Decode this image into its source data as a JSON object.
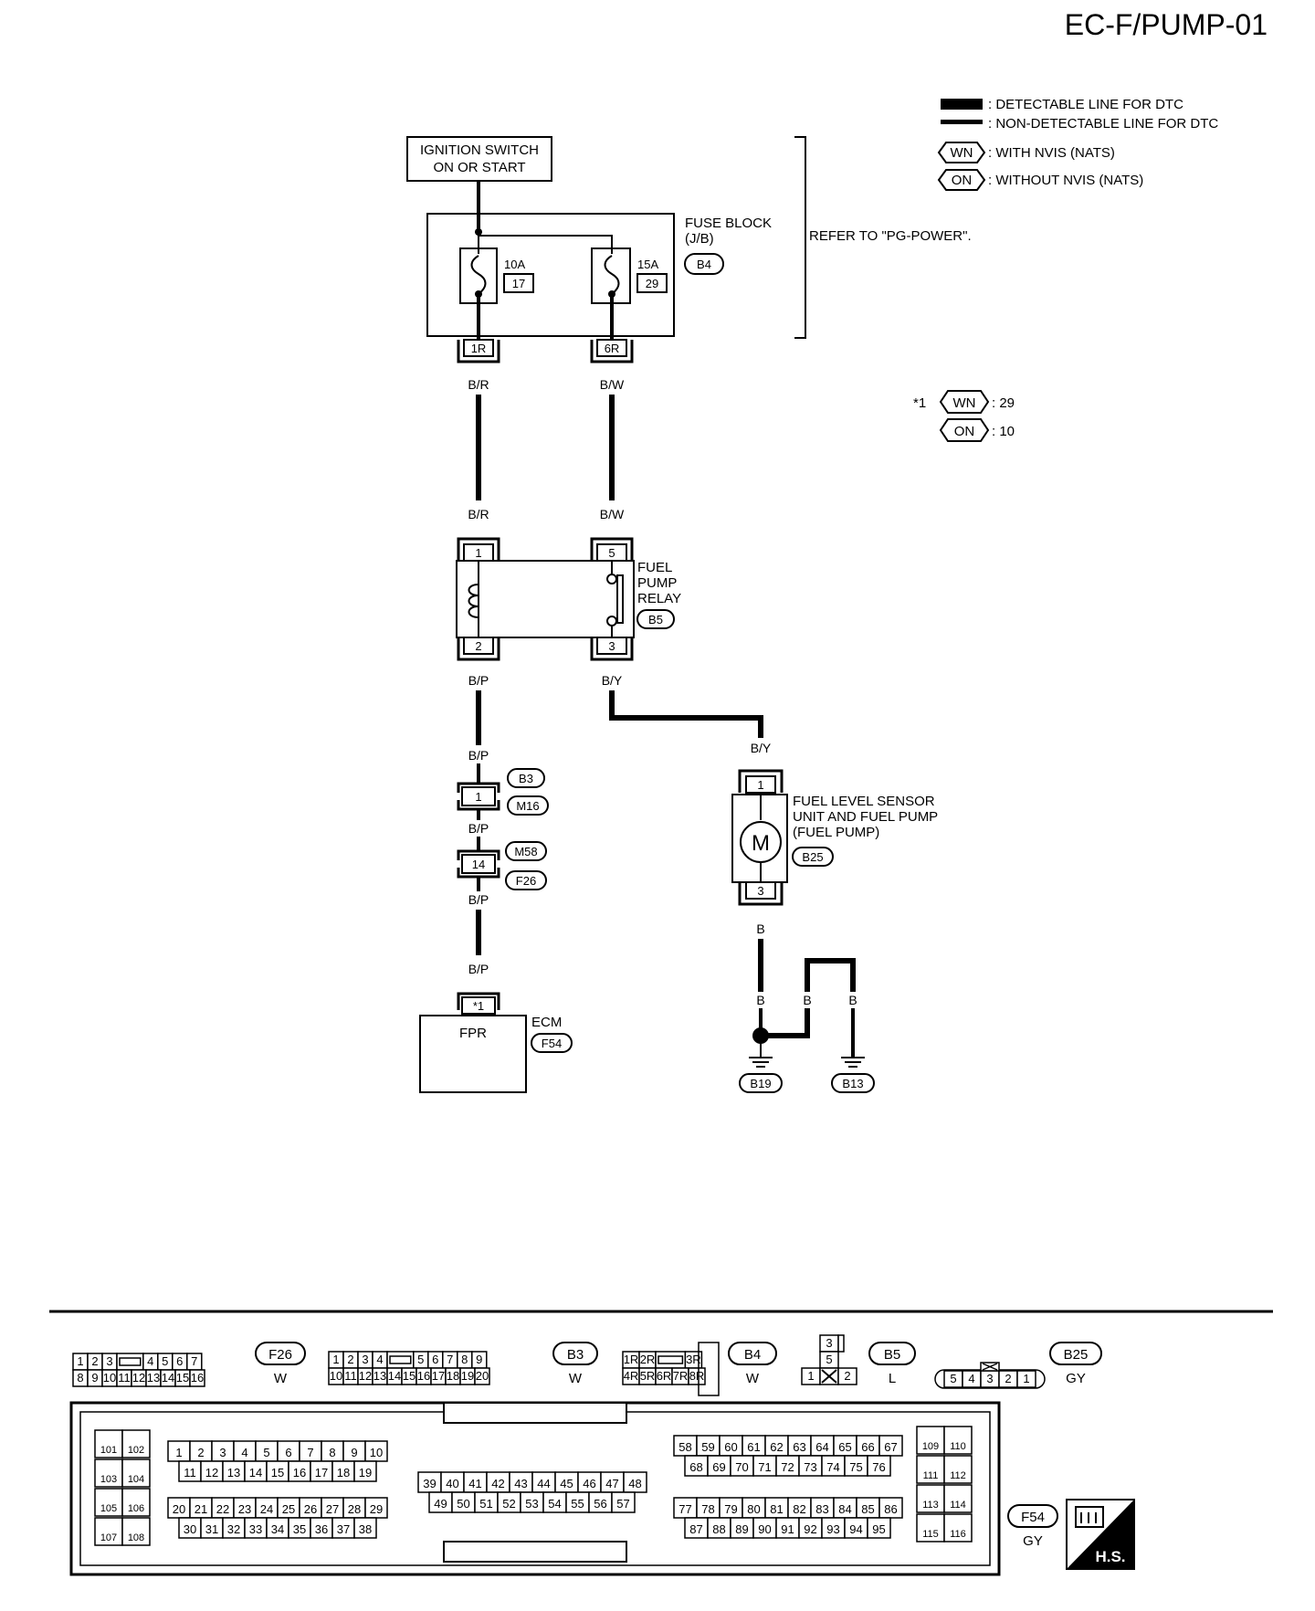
{
  "page_title": "EC-F/PUMP-01",
  "legend": {
    "detectable": ": DETECTABLE LINE FOR DTC",
    "non_detectable": ": NON-DETECTABLE LINE FOR DTC",
    "wn_code": "WN",
    "wn_text": ": WITH NVIS (NATS)",
    "on_code": "ON",
    "on_text": ": WITHOUT NVIS (NATS)"
  },
  "note": {
    "mark": "*1",
    "wn_code": "WN",
    "wn_value": ": 29",
    "on_code": "ON",
    "on_value": ": 10"
  },
  "ignition": {
    "line1": "IGNITION SWITCH",
    "line2": "ON OR START"
  },
  "fuse_block": {
    "line1": "FUSE BLOCK",
    "line2": "(J/B)",
    "connector": "B4",
    "refer": "REFER TO \"PG-POWER\".",
    "fuse1_amp": "10A",
    "fuse1_num": "17",
    "fuse2_amp": "15A",
    "fuse2_num": "29",
    "pin1": "1R",
    "pin2": "6R"
  },
  "wires": {
    "br_top": "B/R",
    "bw_top": "B/W",
    "br_bot": "B/R",
    "bw_bot": "B/W",
    "bp_1": "B/P",
    "by_1": "B/Y",
    "bp_2": "B/P",
    "by_2": "B/Y",
    "bp_3": "B/P",
    "bp_4": "B/P",
    "bp_5": "B/P",
    "b_1": "B",
    "b_2": "B",
    "b_3": "B",
    "b_4": "B"
  },
  "relay": {
    "line1": "FUEL",
    "line2": "PUMP",
    "line3": "RELAY",
    "connector": "B5",
    "pin_1": "1",
    "pin_5": "5",
    "pin_2": "2",
    "pin_3": "3"
  },
  "junctions": {
    "b3": "B3",
    "m16": "M16",
    "pin_1": "1",
    "m58": "M58",
    "f26": "F26",
    "pin_14": "14"
  },
  "pump": {
    "line1": "FUEL LEVEL SENSOR",
    "line2": "UNIT AND FUEL PUMP",
    "line3": "(FUEL PUMP)",
    "connector": "B25",
    "motor": "M",
    "pin_1": "1",
    "pin_3": "3"
  },
  "ground": {
    "g1": "B19",
    "g2": "B13"
  },
  "ecm": {
    "name": "ECM",
    "connector": "F54",
    "terminal": "FPR",
    "pin": "*1"
  },
  "connectors": {
    "f26": {
      "id": "F26",
      "color": "W",
      "row1": [
        "1",
        "2",
        "3",
        "",
        "4",
        "5",
        "6",
        "7"
      ],
      "row2": [
        "8",
        "9",
        "10",
        "11",
        "12",
        "13",
        "14",
        "15",
        "16"
      ]
    },
    "b3": {
      "id": "B3",
      "color": "W",
      "row1": [
        "1",
        "2",
        "3",
        "4",
        "",
        "5",
        "6",
        "7",
        "8",
        "9"
      ],
      "row2": [
        "10",
        "11",
        "12",
        "13",
        "14",
        "15",
        "16",
        "17",
        "18",
        "19",
        "20"
      ]
    },
    "b4": {
      "id": "B4",
      "color": "W",
      "row1": [
        "1R",
        "2R",
        "",
        "3R"
      ],
      "row2": [
        "4R",
        "5R",
        "6R",
        "7R",
        "8R"
      ]
    },
    "b5": {
      "id": "B5",
      "color": "L",
      "top": "3",
      "mid": "5",
      "bottom": [
        "1",
        "",
        "2"
      ]
    },
    "b25": {
      "id": "B25",
      "color": "GY",
      "pins": [
        "5",
        "4",
        "3",
        "2",
        "1"
      ]
    },
    "f54": {
      "id": "F54",
      "color": "GY",
      "left": [
        [
          "101",
          "102"
        ],
        [
          "103",
          "104"
        ],
        [
          "105",
          "106"
        ],
        [
          "107",
          "108"
        ]
      ],
      "right": [
        [
          "109",
          "110"
        ],
        [
          "111",
          "112"
        ],
        [
          "113",
          "114"
        ],
        [
          "115",
          "116"
        ]
      ],
      "g1r1": [
        "1",
        "2",
        "3",
        "4",
        "5",
        "6",
        "7",
        "8",
        "9",
        "10"
      ],
      "g1r2": [
        "11",
        "12",
        "13",
        "14",
        "15",
        "16",
        "17",
        "18",
        "19"
      ],
      "g2r1": [
        "20",
        "21",
        "22",
        "23",
        "24",
        "25",
        "26",
        "27",
        "28",
        "29"
      ],
      "g2r2": [
        "30",
        "31",
        "32",
        "33",
        "34",
        "35",
        "36",
        "37",
        "38"
      ],
      "g3r1": [
        "39",
        "40",
        "41",
        "42",
        "43",
        "44",
        "45",
        "46",
        "47",
        "48"
      ],
      "g3r2": [
        "49",
        "50",
        "51",
        "52",
        "53",
        "54",
        "55",
        "56",
        "57"
      ],
      "g4r1": [
        "58",
        "59",
        "60",
        "61",
        "62",
        "63",
        "64",
        "65",
        "66",
        "67"
      ],
      "g4r2": [
        "68",
        "69",
        "70",
        "71",
        "72",
        "73",
        "74",
        "75",
        "76"
      ],
      "g5r1": [
        "77",
        "78",
        "79",
        "80",
        "81",
        "82",
        "83",
        "84",
        "85",
        "86"
      ],
      "g5r2": [
        "87",
        "88",
        "89",
        "90",
        "91",
        "92",
        "93",
        "94",
        "95"
      ]
    }
  },
  "hs": {
    "label": "H.S."
  }
}
